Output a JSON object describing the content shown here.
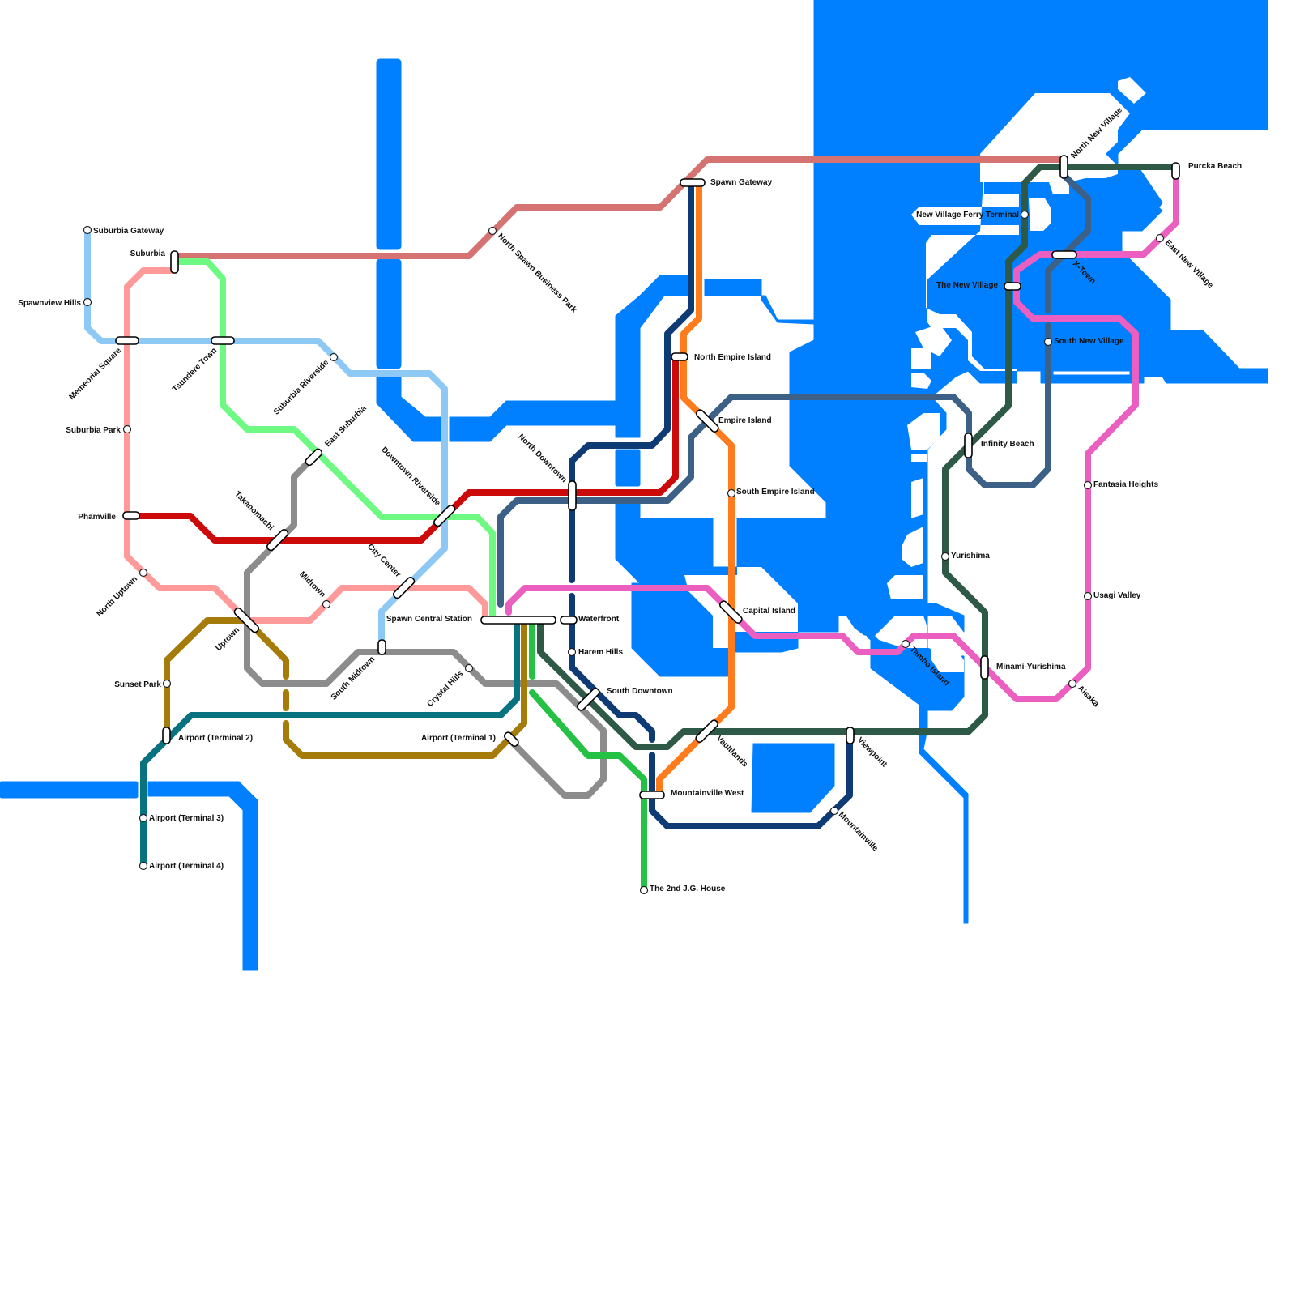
{
  "map": {
    "water_color": "#0080ff",
    "stations": {
      "suburbia_gateway": "Suburbia Gateway",
      "spawnview_hills": "Spawnview Hills",
      "suburbia": "Suburbia",
      "memeorial_square": "Memeorial Square",
      "tsundere_town": "Tsundere Town",
      "suburbia_riverside": "Suburbia Riverside",
      "suburbia_park": "Suburbia Park",
      "east_suburbia": "East Suburbia",
      "phamville": "Phamville",
      "takanomachi": "Takanomachi",
      "downtown_riverside": "Downtown Riverside",
      "north_downtown": "North Downtown",
      "north_uptown": "North Uptown",
      "city_center": "City Center",
      "midtown": "Midtown",
      "uptown": "Uptown",
      "spawn_central_station": "Spawn Central Station",
      "waterfront": "Waterfront",
      "harem_hills": "Harem Hills",
      "south_midtown": "South Midtown",
      "crystal_hills": "Crystal Hills",
      "sunset_park": "Sunset Park",
      "south_downtown": "South Downtown",
      "airport_t2": "Airport (Terminal 2)",
      "airport_t1": "Airport (Terminal 1)",
      "airport_t3": "Airport (Terminal 3)",
      "airport_t4": "Airport (Terminal 4)",
      "north_spawn_business_park": "North Spawn Business Park",
      "spawn_gateway": "Spawn Gateway",
      "north_empire_island": "North Empire Island",
      "empire_island": "Empire Island",
      "south_empire_island": "South Empire Island",
      "capital_island": "Capital Island",
      "vaultlands": "Vaultlands",
      "mountainville_west": "Mountainville West",
      "the_2nd_jg_house": "The 2nd J.G. House",
      "mountainville": "Mountainville",
      "viewpoint": "Viewpoint",
      "tambo_island": "Tambo Island",
      "yurishima": "Yurishima",
      "minami_yurishima": "Minami-Yurishima",
      "aisaka": "Aisaka",
      "usagi_valley": "Usagi Valley",
      "fantasia_heights": "Fantasia Heights",
      "infinity_beach": "Infinity Beach",
      "south_new_village": "South New Village",
      "the_new_village": "The New Village",
      "x_town": "X-Town",
      "new_village_ferry_terminal": "New Village Ferry Terminal",
      "north_new_village": "North New Village",
      "purcka_beach": "Purcka Beach",
      "east_new_village": "East New Village"
    },
    "line_colors": {
      "light_blue": "#8ec9f5",
      "salmon": "#d47372",
      "pink": "#fe9b9a",
      "light_green": "#6ef982",
      "red": "#cc0a0a",
      "gray": "#8c8c8c",
      "olive": "#a57b0a",
      "teal": "#08737f",
      "green": "#25c144",
      "dark_green": "#2e5946",
      "navy": "#0f3b75",
      "slate": "#3d6086",
      "orange": "#ff7b1c",
      "magenta": "#ea5fbf"
    }
  }
}
